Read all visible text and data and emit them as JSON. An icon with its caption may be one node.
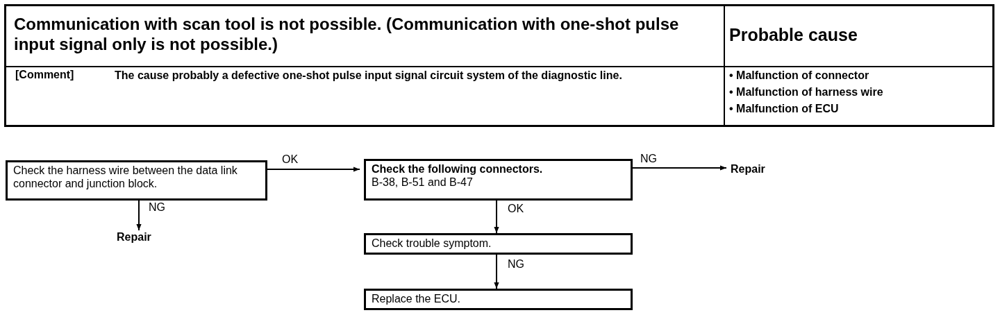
{
  "diagram": {
    "title": "Communication with scan tool is not possible. (Communication with one-shot pulse input signal only is not possible.)",
    "nodes": [
      {
        "text": [
          "Check the harness wire between the data link connector and junction block."
        ]
      },
      {
        "text": [
          "Check the following connectors.",
          "B-38, B-51 and B-47"
        ]
      },
      {
        "text": [
          "Repair"
        ]
      },
      {
        "text": [
          "Repair"
        ]
      },
      {
        "text": [
          "Check trouble symptom."
        ]
      },
      {
        "text": [
          "Replace the ECU."
        ]
      }
    ],
    "edges": [
      {
        "from": 0,
        "to": 1,
        "arrow": "to",
        "label": "OK"
      },
      {
        "from": 0,
        "to": 3,
        "arrow": "to",
        "label": "NG"
      },
      {
        "from": 1,
        "to": 2,
        "arrow": "to",
        "label": "NG"
      },
      {
        "from": 1,
        "to": 4,
        "arrow": "to",
        "label": "OK"
      },
      {
        "from": 4,
        "to": 5,
        "arrow": "to",
        "label": "NG"
      }
    ],
    "labels": [
      "Probable cause",
      "[Comment]",
      "The cause probably a defective one-shot pulse input signal circuit system of the diagnostic line.",
      "• Malfunction of connector",
      "• Malfunction of harness wire",
      "• Malfunction of ECU"
    ]
  }
}
